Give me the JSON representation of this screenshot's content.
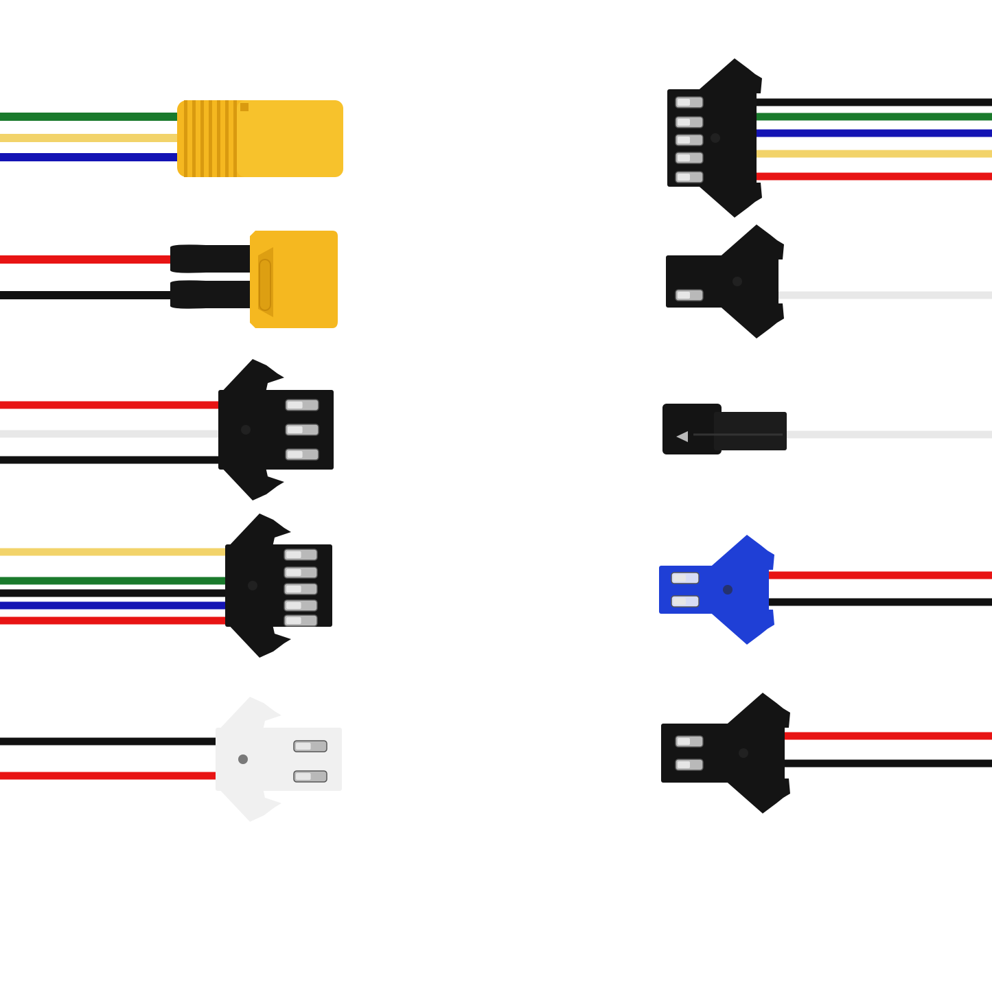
{
  "canvas": {
    "background": "#ffffff"
  },
  "palette": {
    "green": "#1a7a2c",
    "yellow": "#f2d36a",
    "blue": "#1414b4",
    "red": "#e81414",
    "black": "#111111",
    "white_wire": "#e8e8e8",
    "housing_black": "#141414",
    "housing_yellow": "#f5b820",
    "housing_white": "#f0f0f0",
    "housing_blue": "#1f3fd6",
    "pin_metal": "#b9b9b9"
  },
  "connectors": [
    {
      "id": "mt60-yellow",
      "side": "left",
      "type": "bullet-housing",
      "housing": "housing_yellow",
      "wires": [
        "green",
        "yellow",
        "blue"
      ]
    },
    {
      "id": "xt90-yellow",
      "side": "left",
      "type": "xt-housing",
      "housing": "housing_yellow",
      "wires": [
        "red",
        "black"
      ]
    },
    {
      "id": "sm3-black-male",
      "side": "left",
      "type": "sm-latch",
      "housing": "housing_black",
      "pins": 3,
      "wires": [
        "red",
        "white_wire",
        "black"
      ]
    },
    {
      "id": "sm5-black-male",
      "side": "left",
      "type": "sm-latch",
      "housing": "housing_black",
      "pins": 5,
      "wires": [
        "yellow",
        "green",
        "black",
        "blue",
        "red"
      ]
    },
    {
      "id": "sm2-white-male",
      "side": "left",
      "type": "sm-latch",
      "housing": "housing_white",
      "pins": 2,
      "wires": [
        "black",
        "red"
      ]
    },
    {
      "id": "sm5-black-female",
      "side": "right",
      "type": "sm-latch",
      "housing": "housing_black",
      "pins": 5,
      "wires": [
        "black",
        "green",
        "blue",
        "yellow",
        "red"
      ]
    },
    {
      "id": "sm2-black-1wire",
      "side": "right",
      "type": "sm-latch",
      "housing": "housing_black",
      "pins": 1,
      "wires": [
        "white_wire"
      ]
    },
    {
      "id": "sm1-black-plug",
      "side": "right",
      "type": "sm-plug",
      "housing": "housing_black",
      "pins": 1,
      "wires": [
        "white_wire"
      ]
    },
    {
      "id": "sm2-blue",
      "side": "right",
      "type": "sm-latch",
      "housing": "housing_blue",
      "pins": 2,
      "wires": [
        "red",
        "black"
      ]
    },
    {
      "id": "sm2-black-red-black",
      "side": "right",
      "type": "sm-latch",
      "housing": "housing_black",
      "pins": 2,
      "wires": [
        "red",
        "black"
      ]
    }
  ]
}
